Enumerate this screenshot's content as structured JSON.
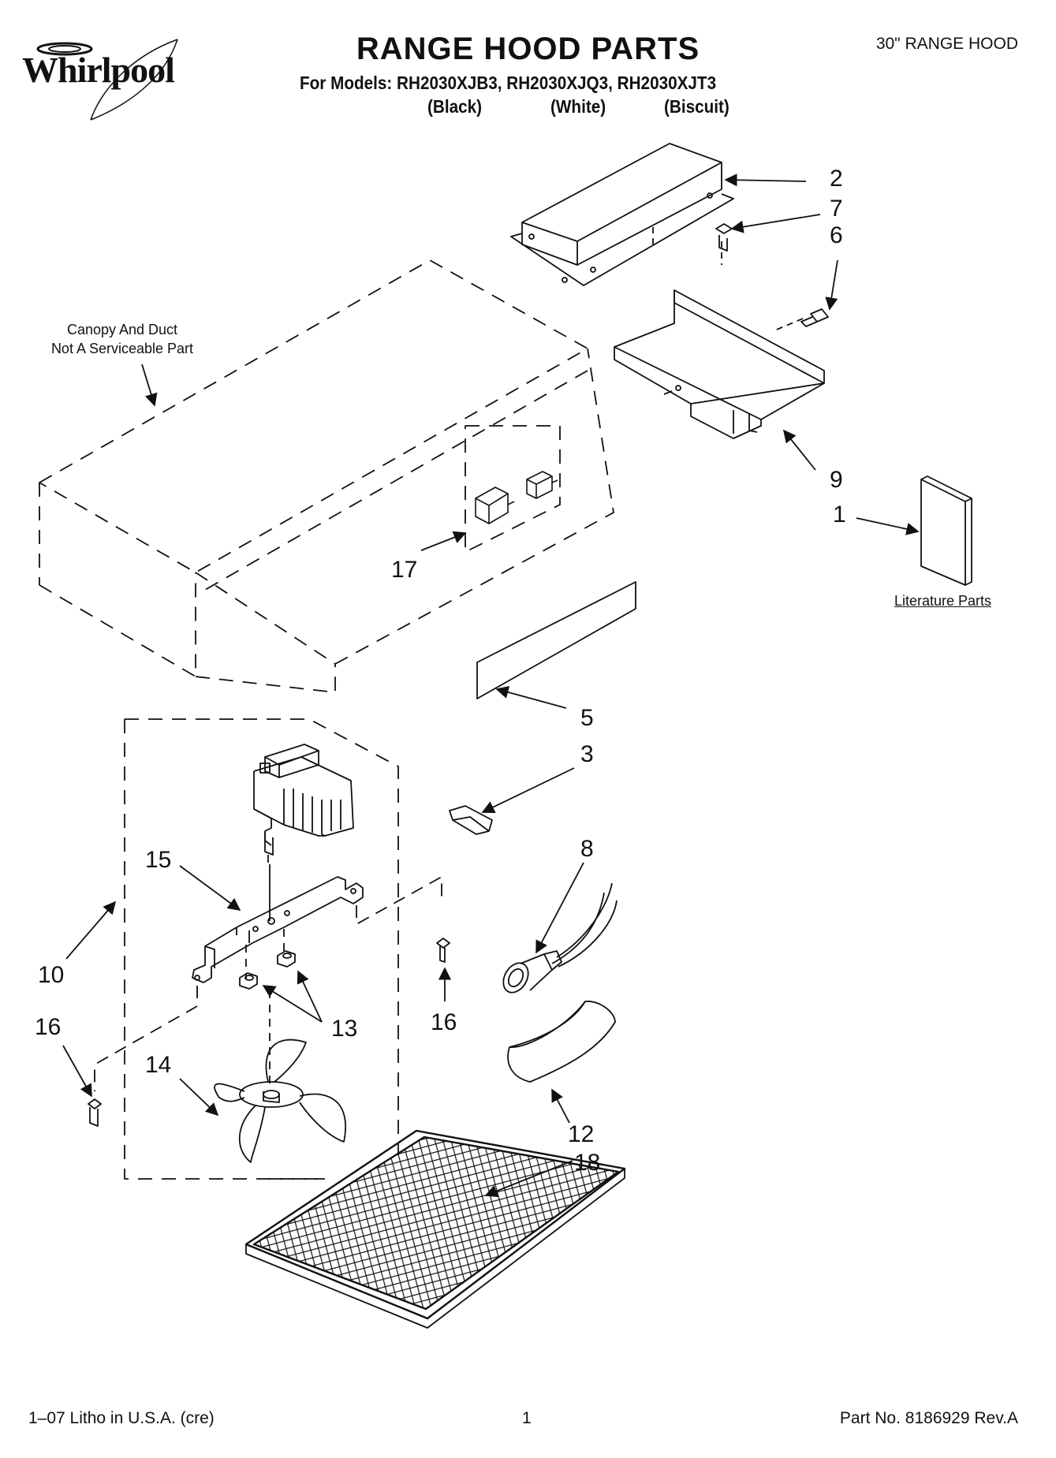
{
  "header": {
    "brand": "Whirlpool",
    "title": "RANGE HOOD PARTS",
    "models_line": "For Models: RH2030XJB3, RH2030XJQ3, RH2030XJT3",
    "finishes": [
      "(Black)",
      "(White)",
      "(Biscuit)"
    ],
    "size_label": "30\" RANGE HOOD"
  },
  "notes": {
    "canopy_line1": "Canopy And Duct",
    "canopy_line2": "Not A Serviceable Part",
    "literature": "Literature Parts"
  },
  "callouts": {
    "c1": "1",
    "c2": "2",
    "c3": "3",
    "c5": "5",
    "c6": "6",
    "c7": "7",
    "c8": "8",
    "c9": "9",
    "c10": "10",
    "c12": "12",
    "c13": "13",
    "c14": "14",
    "c15": "15",
    "c16a": "16",
    "c16b": "16",
    "c17": "17",
    "c18": "18"
  },
  "footer": {
    "left": "1–07 Litho in U.S.A. (cre)",
    "center": "1",
    "right": "Part No. 8186929 Rev.A"
  }
}
